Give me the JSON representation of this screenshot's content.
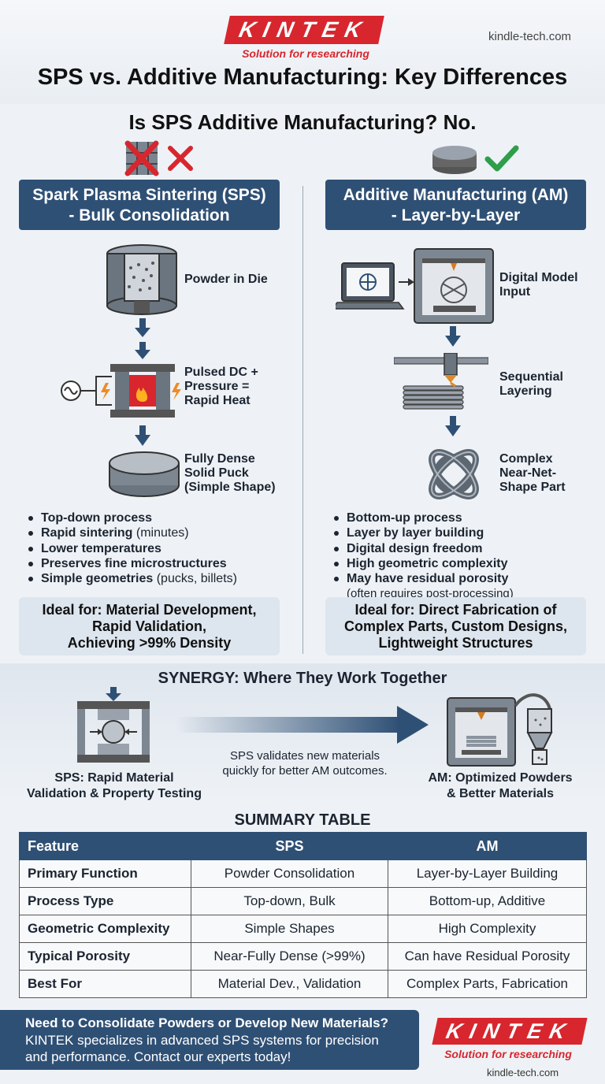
{
  "header": {
    "brand": "KINTEK",
    "tagline": "Solution for researching",
    "site": "kindle-tech.com",
    "title": "SPS vs. Additive Manufacturing: Key Differences"
  },
  "question": "Is SPS Additive Manufacturing? No.",
  "sps": {
    "heading_line1": "Spark Plasma Sintering (SPS)",
    "heading_line2": "- Bulk Consolidation",
    "steps": [
      "Powder in Die",
      "Pulsed DC + Pressure = Rapid Heat",
      "Fully Dense Solid Puck (Simple Shape)"
    ],
    "step_lines": [
      [
        "Powder in Die"
      ],
      [
        "Pulsed DC +",
        "Pressure =",
        "Rapid Heat"
      ],
      [
        "Fully Dense",
        "Solid Puck",
        "(Simple Shape)"
      ]
    ],
    "bullets": [
      {
        "bold": "Top-down process",
        "rest": ""
      },
      {
        "bold": "Rapid sintering",
        "rest": " (minutes)"
      },
      {
        "bold": "Lower temperatures",
        "rest": ""
      },
      {
        "bold": "Preserves fine microstructures",
        "rest": ""
      },
      {
        "bold": "Simple geometries",
        "rest": " (pucks, billets)"
      }
    ],
    "ideal_lines": [
      "Ideal for: Material Development,",
      "Rapid Validation,",
      "Achieving >99% Density"
    ]
  },
  "am": {
    "heading_line1": "Additive Manufacturing (AM)",
    "heading_line2": "- Layer-by-Layer",
    "step_lines": [
      [
        "Digital Model",
        "Input"
      ],
      [
        "Sequential",
        "Layering"
      ],
      [
        "Complex",
        "Near-Net-",
        "Shape Part"
      ]
    ],
    "bullets": [
      {
        "bold": "Bottom-up process",
        "rest": ""
      },
      {
        "bold": "Layer by layer building",
        "rest": ""
      },
      {
        "bold": "Digital design freedom",
        "rest": ""
      },
      {
        "bold": "High geometric complexity",
        "rest": ""
      },
      {
        "bold": "May have residual porosity",
        "rest": ""
      }
    ],
    "bullet_note": "(often requires post-processing)",
    "ideal_lines": [
      "Ideal for: Direct Fabrication of",
      "Complex Parts, Custom Designs,",
      "Lightweight Structures"
    ]
  },
  "synergy": {
    "title": "SYNERGY: Where They Work Together",
    "left_lines": [
      "SPS: Rapid Material",
      "Validation & Property Testing"
    ],
    "middle_lines": [
      "SPS validates new materials",
      "quickly for better AM outcomes."
    ],
    "right_lines": [
      "AM: Optimized Powders",
      "& Better Materials"
    ]
  },
  "table": {
    "title": "SUMMARY TABLE",
    "headers": [
      "Feature",
      "SPS",
      "AM"
    ],
    "rows": [
      [
        "Primary Function",
        "Powder Consolidation",
        "Layer-by-Layer Building"
      ],
      [
        "Process Type",
        "Top-down, Bulk",
        "Bottom-up, Additive"
      ],
      [
        "Geometric Complexity",
        "Simple Shapes",
        "High Complexity"
      ],
      [
        "Typical Porosity",
        "Near-Fully Dense (>99%)",
        "Can have Residual Porosity"
      ],
      [
        "Best For",
        "Material Dev., Validation",
        "Complex Parts, Fabrication"
      ]
    ]
  },
  "cta": {
    "line1": "Need to Consolidate Powders or Develop New Materials?",
    "line2": "KINTEK specializes in advanced SPS systems for precision",
    "line3": "and performance. Contact our experts today!"
  },
  "colors": {
    "brand_red": "#d8262e",
    "navy": "#2f5075",
    "check_green": "#2e9e4a"
  }
}
